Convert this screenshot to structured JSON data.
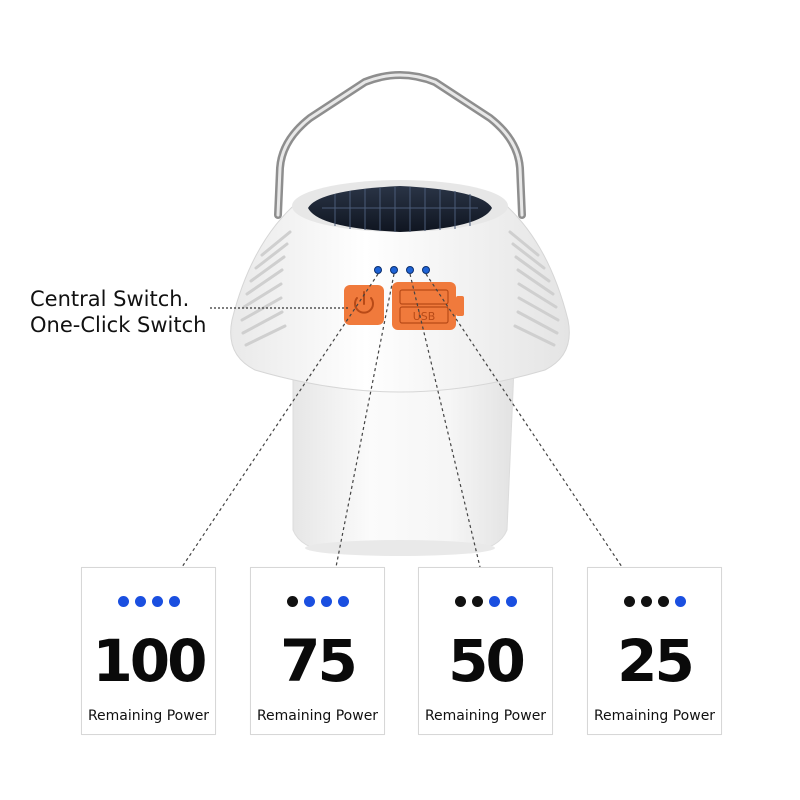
{
  "callout": {
    "line1": "Central Switch.",
    "line2": "One-Click Switch"
  },
  "usb_label": "USB",
  "colors": {
    "body": "#f4f4f4",
    "orange_button": "#f07a3c",
    "dot_blue": "#1a4fe0",
    "dot_black": "#111111",
    "handle": "#9a9a9a"
  },
  "levels": [
    {
      "value": "100",
      "label": "Remaining Power",
      "dots": [
        "blue",
        "blue",
        "blue",
        "blue"
      ]
    },
    {
      "value": "75",
      "label": "Remaining Power",
      "dots": [
        "black",
        "blue",
        "blue",
        "blue"
      ]
    },
    {
      "value": "50",
      "label": "Remaining Power",
      "dots": [
        "black",
        "black",
        "blue",
        "blue"
      ]
    },
    {
      "value": "25",
      "label": "Remaining Power",
      "dots": [
        "black",
        "black",
        "black",
        "blue"
      ]
    }
  ]
}
